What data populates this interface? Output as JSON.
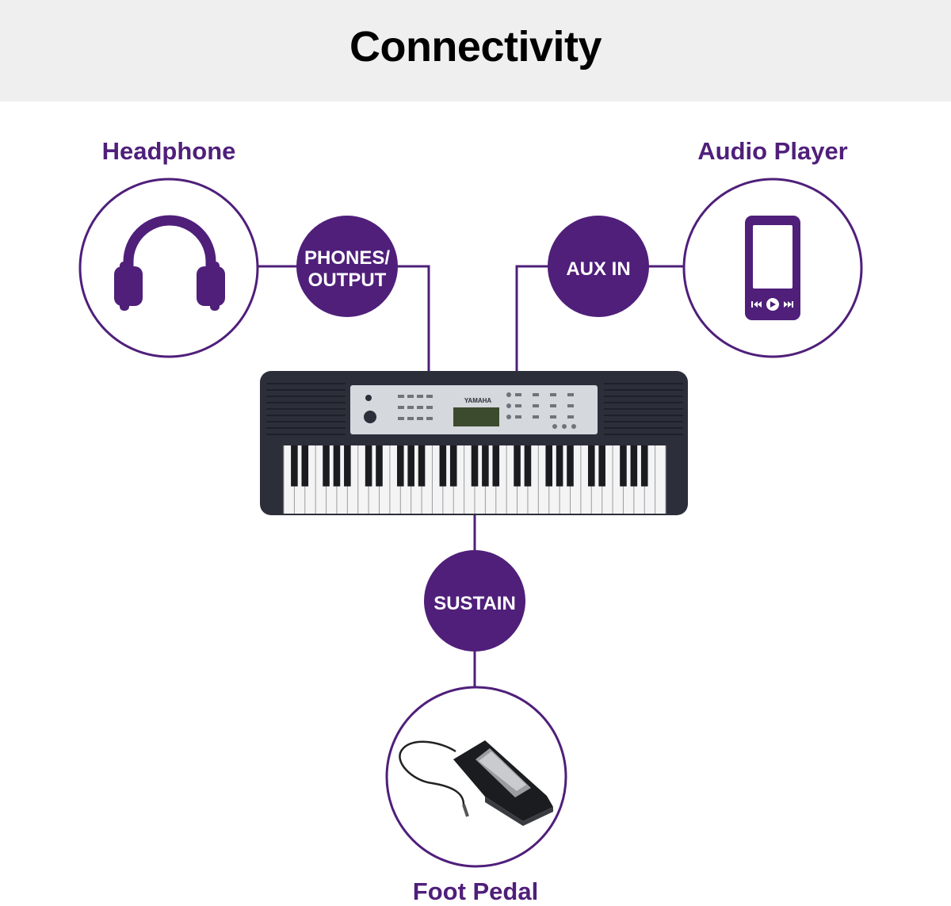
{
  "header": {
    "title": "Connectivity"
  },
  "devices": {
    "headphone": {
      "label": "Headphone",
      "icon": "headphone-icon"
    },
    "audio_player": {
      "label": "Audio Player",
      "icon": "media-player-icon"
    },
    "foot_pedal": {
      "label": "Foot Pedal",
      "icon": "foot-pedal-icon"
    }
  },
  "ports": {
    "phones_output": {
      "line1": "PHONES/",
      "line2": "OUTPUT"
    },
    "aux_in": {
      "label": "AUX IN"
    },
    "sustain": {
      "label": "SUSTAIN"
    }
  },
  "keyboard": {
    "icon": "keyboard-icon",
    "brand": "YAMAHA"
  },
  "colors": {
    "accent": "#4f1f7a",
    "header_bg": "#efefef",
    "keyboard_body": "#2c2f3a"
  }
}
